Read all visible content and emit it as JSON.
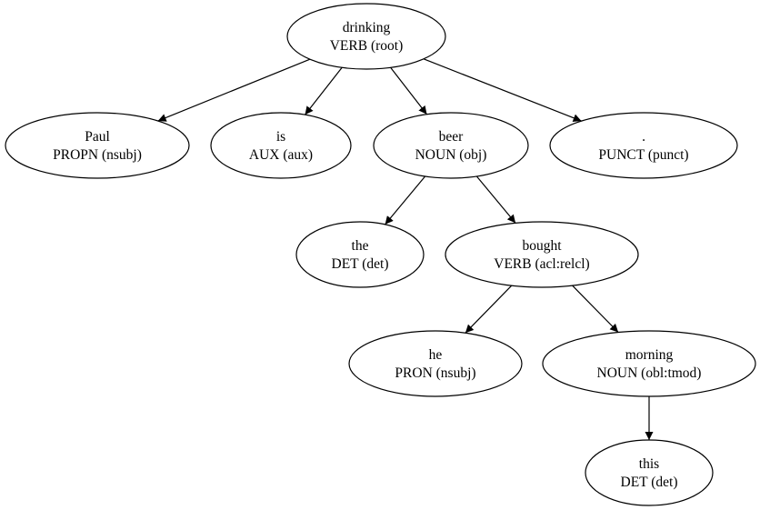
{
  "tree": {
    "nodes": [
      {
        "id": "drinking",
        "word": "drinking",
        "tag": "VERB (root)"
      },
      {
        "id": "paul",
        "word": "Paul",
        "tag": "PROPN (nsubj)"
      },
      {
        "id": "is",
        "word": "is",
        "tag": "AUX (aux)"
      },
      {
        "id": "beer",
        "word": "beer",
        "tag": "NOUN (obj)"
      },
      {
        "id": "punct",
        "word": ".",
        "tag": "PUNCT (punct)"
      },
      {
        "id": "the",
        "word": "the",
        "tag": "DET (det)"
      },
      {
        "id": "bought",
        "word": "bought",
        "tag": "VERB (acl:relcl)"
      },
      {
        "id": "he",
        "word": "he",
        "tag": "PRON (nsubj)"
      },
      {
        "id": "morning",
        "word": "morning",
        "tag": "NOUN (obl:tmod)"
      },
      {
        "id": "this",
        "word": "this",
        "tag": "DET (det)"
      }
    ],
    "edges": [
      {
        "from": "drinking",
        "to": "paul"
      },
      {
        "from": "drinking",
        "to": "is"
      },
      {
        "from": "drinking",
        "to": "beer"
      },
      {
        "from": "drinking",
        "to": "punct"
      },
      {
        "from": "beer",
        "to": "the"
      },
      {
        "from": "beer",
        "to": "bought"
      },
      {
        "from": "bought",
        "to": "he"
      },
      {
        "from": "bought",
        "to": "morning"
      },
      {
        "from": "morning",
        "to": "this"
      }
    ]
  }
}
